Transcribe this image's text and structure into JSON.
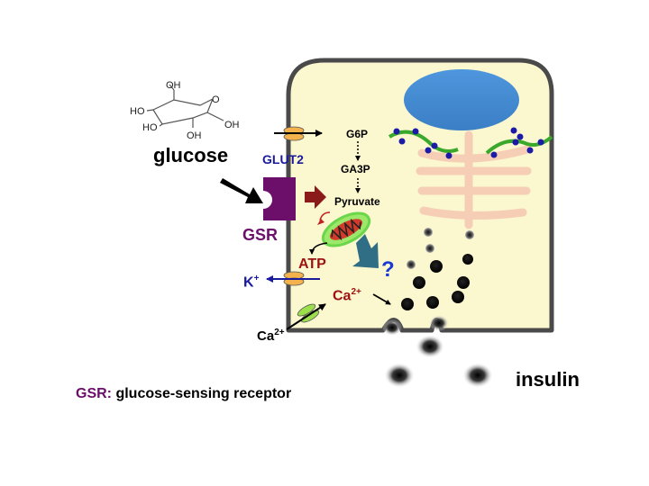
{
  "molecule": {
    "oh_top": "OH",
    "ho_left_1": "HO",
    "ho_left_2": "HO",
    "oh_bottom": "OH",
    "ring_o": "O",
    "oh_right": "OH"
  },
  "labels": {
    "glucose": "glucose",
    "glut2": "GLUT2",
    "gsr": "GSR",
    "g6p": "G6P",
    "ga3p": "GA3P",
    "pyruvate": "Pyruvate",
    "atp": "ATP",
    "k_ion": "K",
    "k_sup": "+",
    "ca_out": "Ca",
    "ca_out_sup": "2+",
    "ca_in": "Ca",
    "ca_in_sup": "2+",
    "question": "?",
    "insulin": "insulin"
  },
  "legend": {
    "abbr": "GSR",
    "colon": ":",
    "text": " glucose-sensing receptor"
  },
  "colors": {
    "cell_fill": "#fbf7cf",
    "cell_stroke": "#4a4a4a",
    "nucleus": "#4a8fd6",
    "er_membrane": "#44b02a",
    "ribosome": "#1b1ba8",
    "golgi": "#f4c0a8",
    "gsr_purple": "#6b0f6b",
    "red_arrow": "#8b1a1a",
    "mito_green": "#6cd64a",
    "teal_arrow": "#2f6e84",
    "question_blue": "#1a3ad6",
    "atp_red": "#9c1111",
    "k_blue": "#1a1a9c",
    "channel_orange": "#f3b24b",
    "channel_green": "#9be04a"
  }
}
